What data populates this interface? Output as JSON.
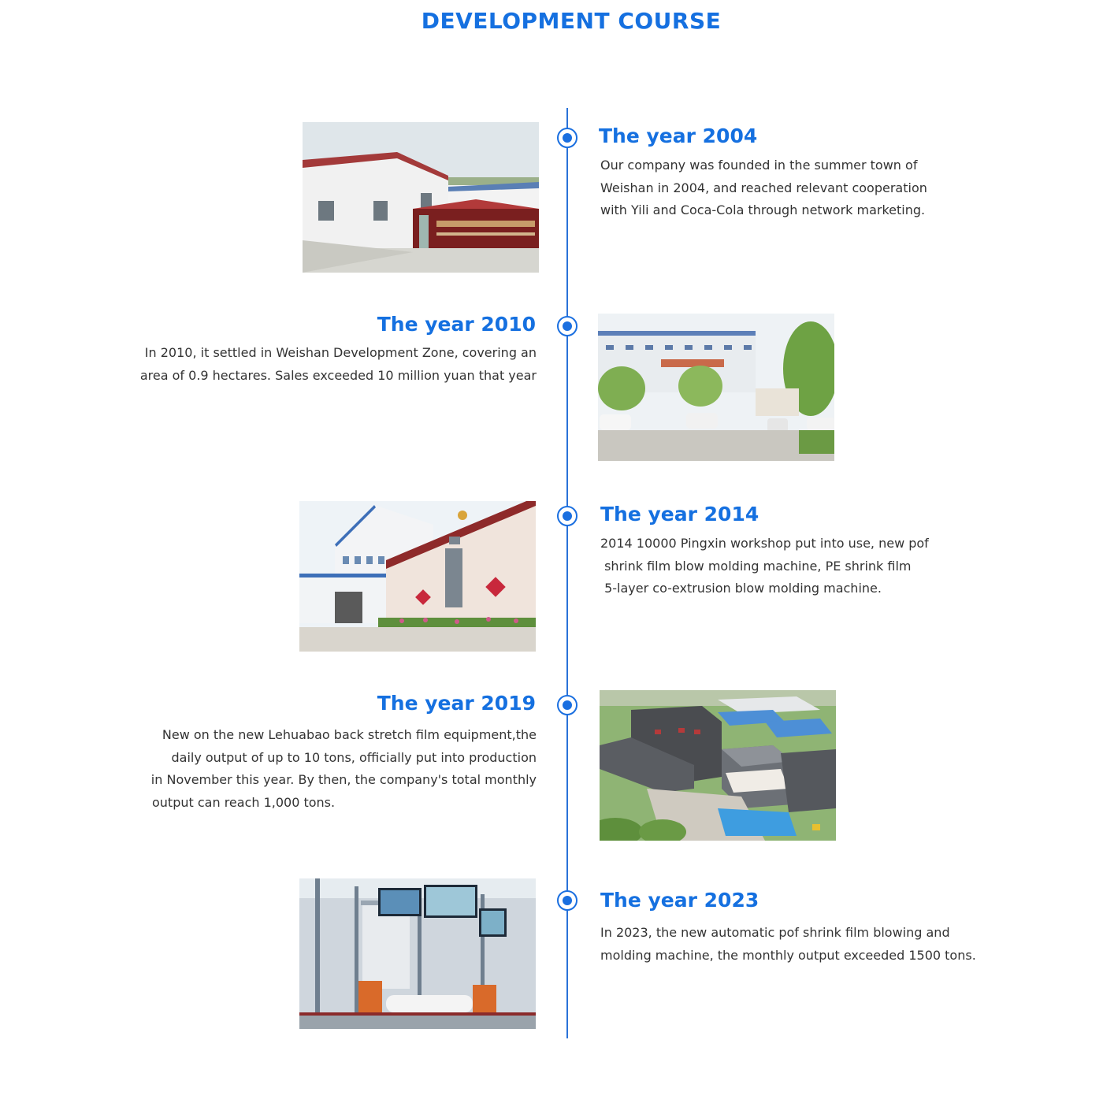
{
  "page": {
    "title": "DEVELOPMENT COURSE"
  },
  "milestones": [
    {
      "year_label": "The year 2004",
      "lines": [
        "Our company was founded in the summer town of",
        "Weishan in 2004, and reached relevant cooperation",
        "with Yili and Coca-Cola through network marketing."
      ],
      "photo": "factory-gate-photo"
    },
    {
      "year_label": "The year 2010",
      "lines": [
        "In 2010, it settled in Weishan Development Zone, covering an",
        "area of 0.9 hectares. Sales exceeded 10 million yuan that year"
      ],
      "photo": "factory-courtyard-photo"
    },
    {
      "year_label": "The year 2014",
      "lines": [
        "2014 10000 Pingxin workshop put into use, new pof",
        " shrink film blow molding machine, PE shrink film",
        " 5-layer co-extrusion blow molding machine."
      ],
      "photo": "workshop-building-photo"
    },
    {
      "year_label": "The year 2019",
      "lines": [
        "New on the new Lehuabao back stretch film equipment,the",
        "daily output of up to 10 tons, officially put into production",
        "in November this year. By then, the company's total monthly",
        "output can reach 1,000 tons."
      ],
      "photo": "aerial-factory-photo"
    },
    {
      "year_label": "The year 2023",
      "lines": [
        "In 2023, the new automatic pof shrink film blowing and",
        "molding machine, the monthly output exceeded 1500 tons."
      ],
      "photo": "film-blowing-machine-photo"
    }
  ],
  "colors": {
    "accent": "#1570e0",
    "line": "#2a72d8",
    "text": "#333333"
  },
  "icons": {
    "timeline_marker": "timeline-dot-icon"
  }
}
